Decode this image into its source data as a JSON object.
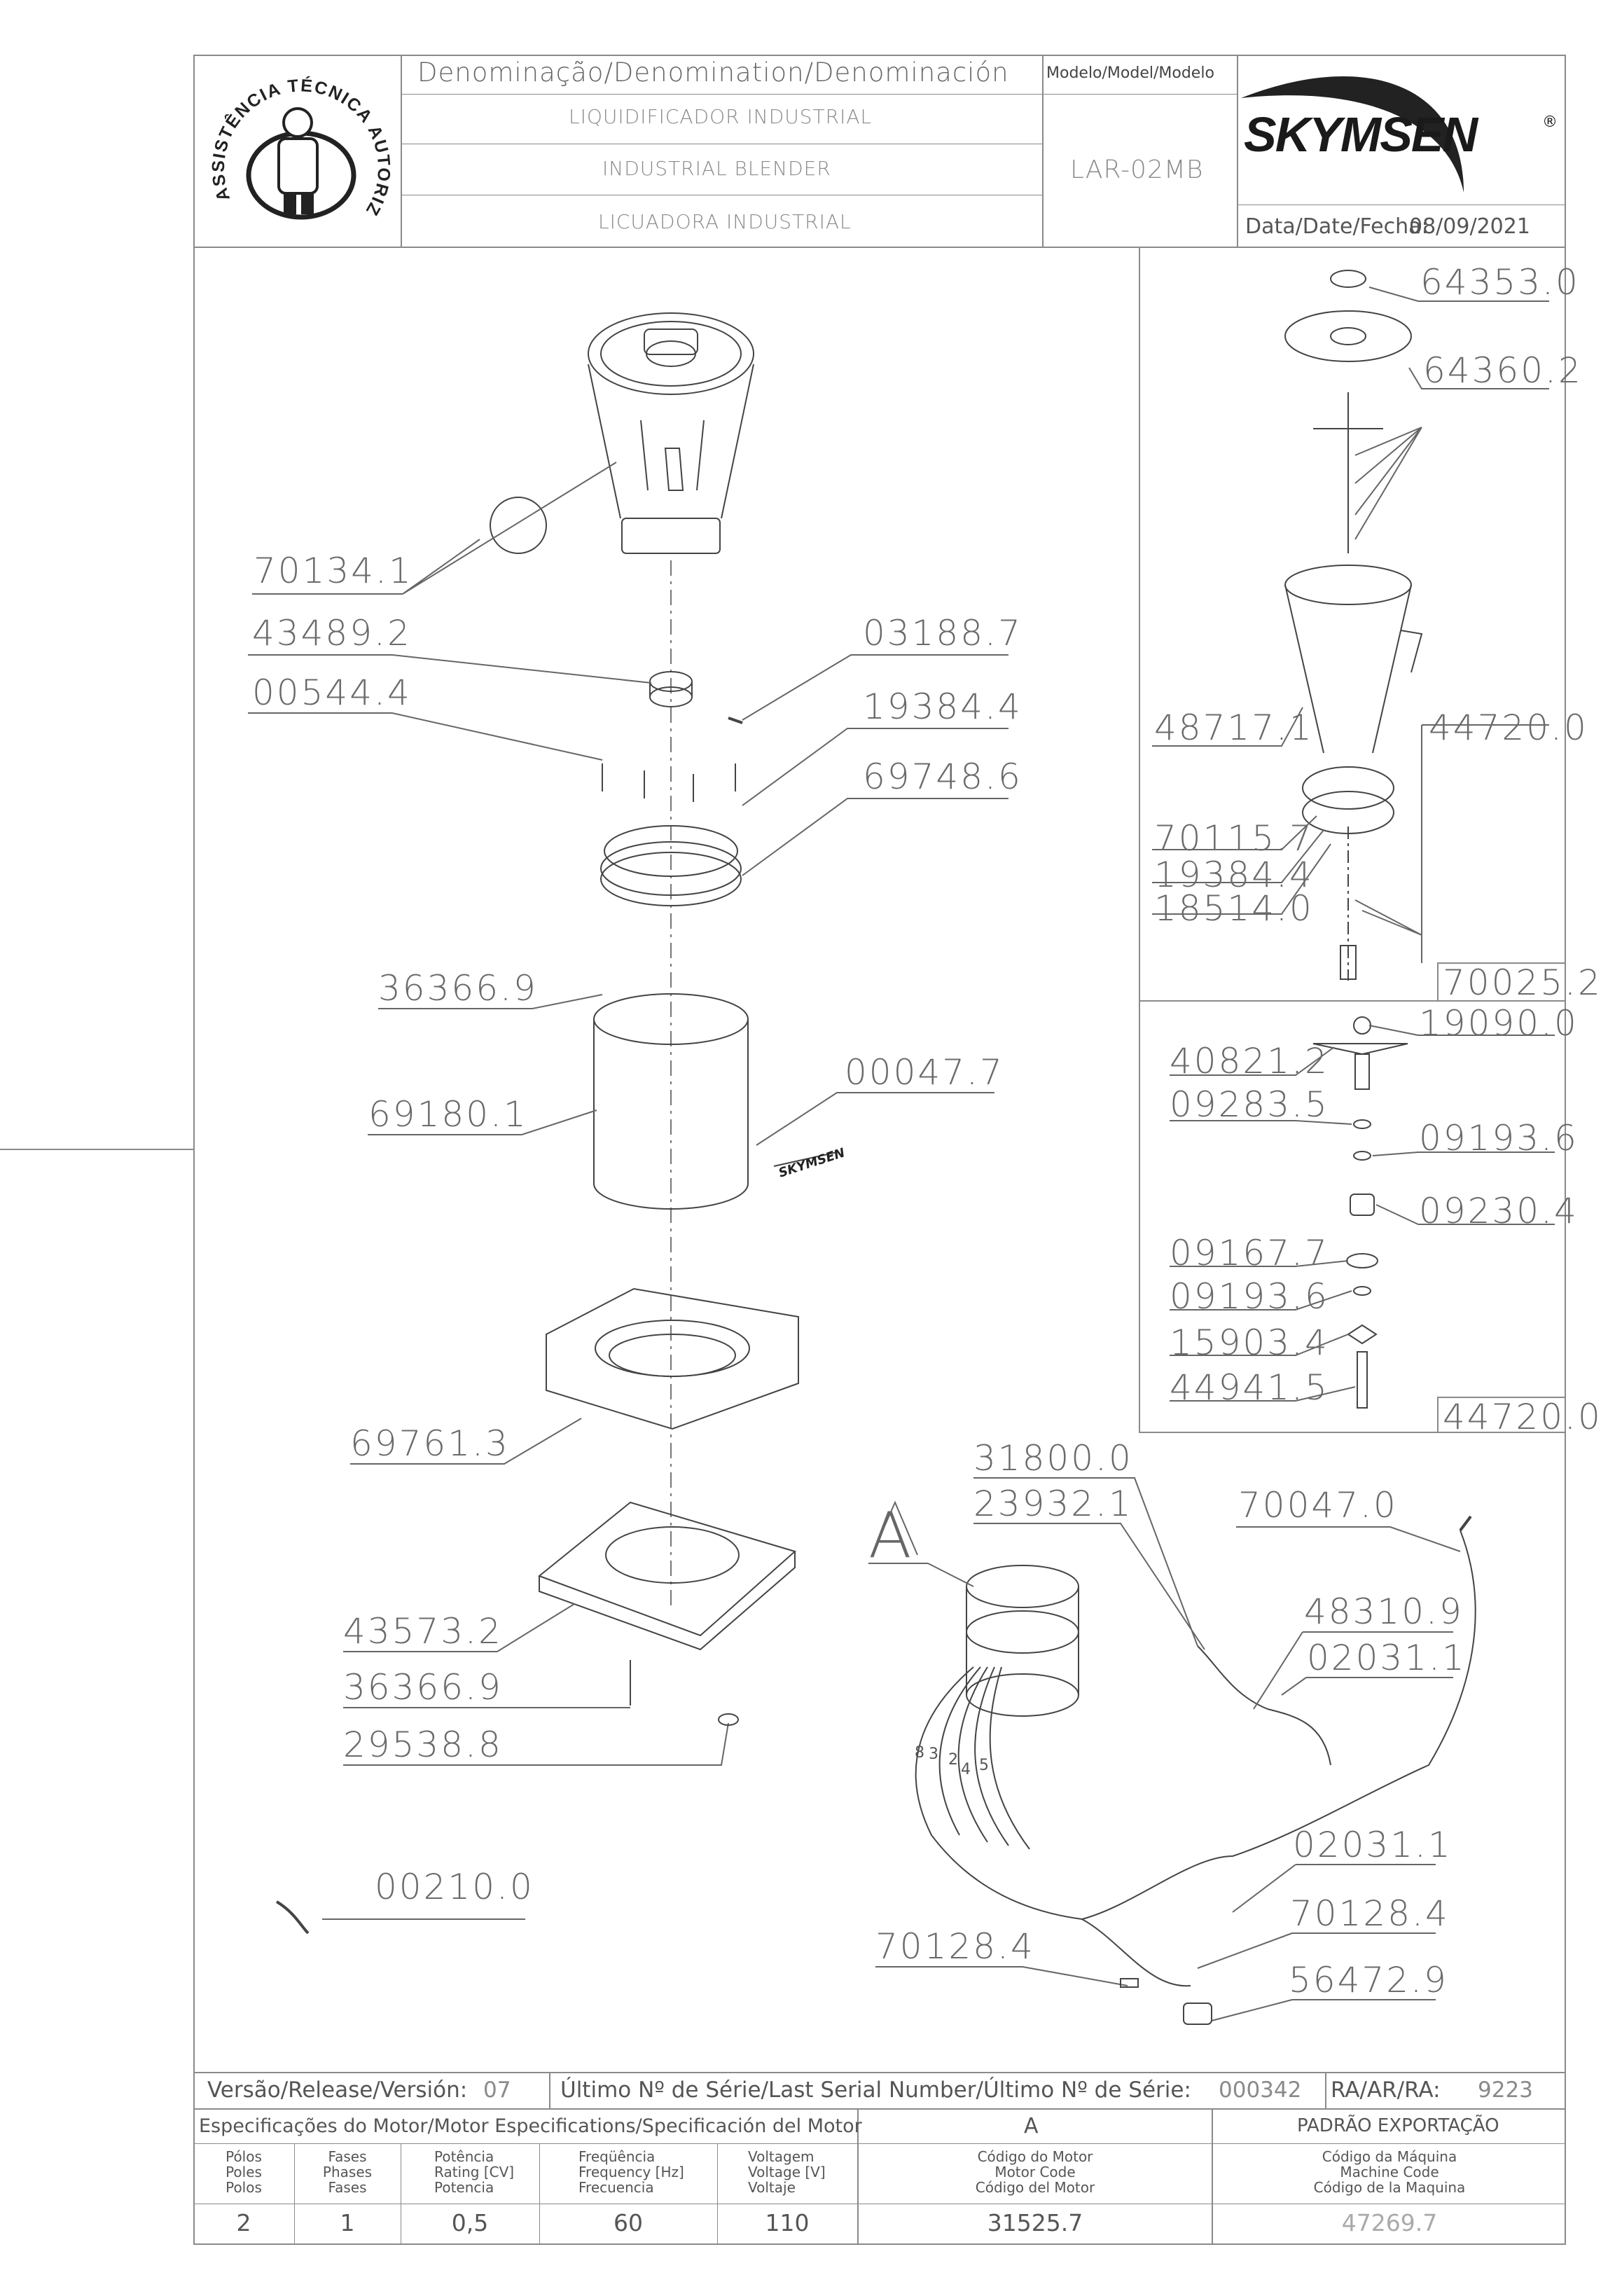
{
  "header": {
    "denomination_label": "Denominação/Denomination/Denominación",
    "name_pt": "LIQUIDIFICADOR INDUSTRIAL",
    "name_en": "INDUSTRIAL BLENDER",
    "name_es": "LICUADORA INDUSTRIAL",
    "model_label": "Modelo/Model/Modelo",
    "model_value": "LAR-02MB",
    "brand": "SKYMSEN",
    "brand_mark": "®",
    "date_label": "Data/Date/Fecha:",
    "date_value": "08/09/2021",
    "seal_text": "ASSISTÊNCIA TÉCNICA AUTORIZADA"
  },
  "main_labels": {
    "bowl": "70134.1",
    "coupling": "43489.2",
    "screw_a": "00544.4",
    "pin": "03188.7",
    "washer": "19384.4",
    "top_plate": "69748.6",
    "screw_b": "36366.9",
    "housing": "69180.1",
    "sticker": "00047.7",
    "base": "69761.3",
    "bottom_plate": "43573.2",
    "screw_c": "36366.9",
    "foot": "29538.8",
    "wire": "00210.0"
  },
  "wiring_labels": {
    "section_letter": "A",
    "l1": "31800.0",
    "l2": "23932.1",
    "cord": "70047.0",
    "l3": "48310.9",
    "l4": "02031.1",
    "l5": "02031.1",
    "l6": "70128.4",
    "l7": "70128.4",
    "switch": "56472.9",
    "wire_numbers": [
      "8",
      "3",
      "2",
      "4",
      "5"
    ]
  },
  "cup_panel": {
    "lid_cap": "64353.0",
    "lid": "64360.2",
    "jar": "48717.1",
    "assembly": "44720.0",
    "jar_base": "70115.7",
    "washer": "19384.4",
    "seal": "18514.0",
    "kit": "70025.2"
  },
  "blade_panel": {
    "nut": "19090.0",
    "blade": "40821.2",
    "w1": "09283.5",
    "w2": "09193.6",
    "bearing": "09230.4",
    "ring": "09167.7",
    "w3": "09193.6",
    "retainer": "15903.4",
    "shaft": "44941.5",
    "assembly": "44720.0"
  },
  "footer": {
    "version_label": "Versão/Release/Versión:",
    "version_value": "07",
    "serial_label": "Último Nº de Série/Last Serial Number/Último Nº de Série:",
    "serial_value": "000342",
    "ra_label": "RA/AR/RA:",
    "ra_value": "9223",
    "motor_spec_label": "Especificações do Motor/Motor Especifications/Specificación del Motor",
    "motor_letter": "A",
    "export_label": "PADRÃO EXPORTAÇÃO",
    "col_poles": "Pólos\nPoles\nPolos",
    "col_phases": "Fases\nPhases\nFases",
    "col_power": "Potência\nRating [CV]\nPotencia",
    "col_freq": "Freqüência\nFrequency [Hz]\nFrecuencia",
    "col_voltage": "Voltagem\nVoltage [V]\nVoltaje",
    "col_motor_code": "Código do Motor\nMotor Code\nCódigo del Motor",
    "col_machine_code": "Código da Máquina\nMachine Code\nCódigo de la Maquina",
    "poles": "2",
    "phases": "1",
    "power": "0,5",
    "frequency": "60",
    "voltage": "110",
    "motor_code": "31525.7",
    "machine_code": "47269.7"
  }
}
